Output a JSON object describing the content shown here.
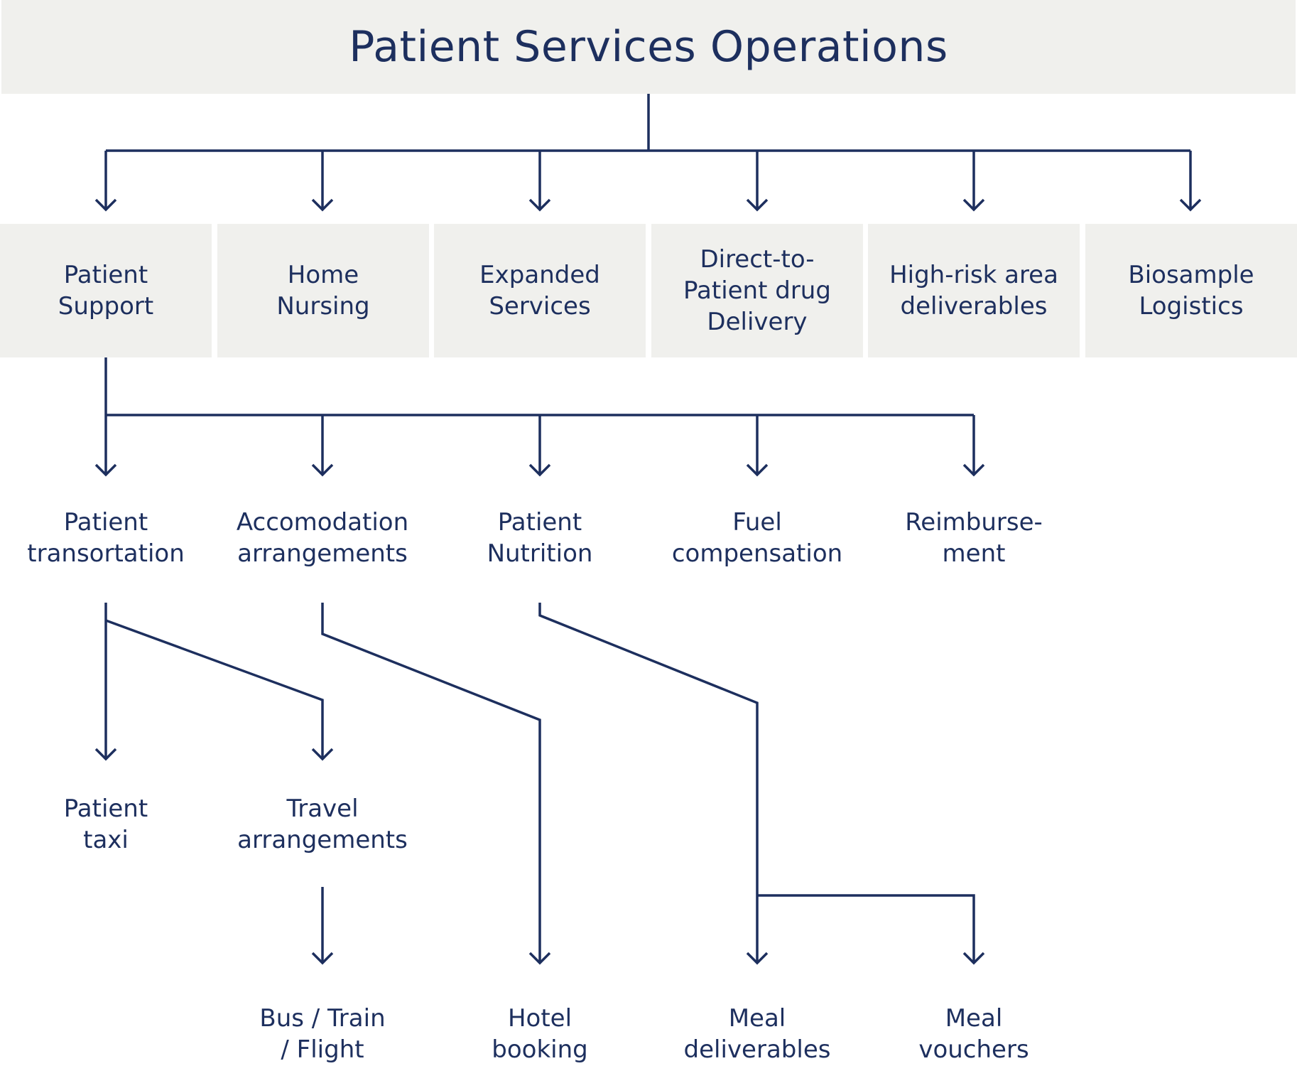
{
  "colors": {
    "line": "#1d2f5e",
    "box_fill": "#f0f0ed",
    "text": "#1d2f5e"
  },
  "title": "Patient Services Operations",
  "level1": [
    {
      "id": "patient-support",
      "label": "Patient\nSupport"
    },
    {
      "id": "home-nursing",
      "label": "Home\nNursing"
    },
    {
      "id": "expanded-services",
      "label": "Expanded\nServices"
    },
    {
      "id": "direct-to-patient",
      "label": "Direct-to-\nPatient drug\nDelivery"
    },
    {
      "id": "high-risk",
      "label": "High-risk area\ndeliverables"
    },
    {
      "id": "biosample",
      "label": "Biosample\nLogistics"
    }
  ],
  "level2": [
    {
      "id": "patient-transportation",
      "label": "Patient\ntransortation"
    },
    {
      "id": "accomodation",
      "label": "Accomodation\narrangements"
    },
    {
      "id": "patient-nutrition",
      "label": "Patient\nNutrition"
    },
    {
      "id": "fuel-compensation",
      "label": "Fuel\ncompensation"
    },
    {
      "id": "reimbursement",
      "label": "Reimburse-\nment"
    }
  ],
  "level3": [
    {
      "id": "patient-taxi",
      "label": "Patient\ntaxi"
    },
    {
      "id": "travel-arrangements",
      "label": "Travel\narrangements"
    }
  ],
  "level4": [
    {
      "id": "bus-train-flight",
      "label": "Bus / Train\n/ Flight"
    },
    {
      "id": "hotel-booking",
      "label": "Hotel\nbooking"
    },
    {
      "id": "meal-deliverables",
      "label": "Meal\ndeliverables"
    },
    {
      "id": "meal-vouchers",
      "label": "Meal\nvouchers"
    }
  ]
}
